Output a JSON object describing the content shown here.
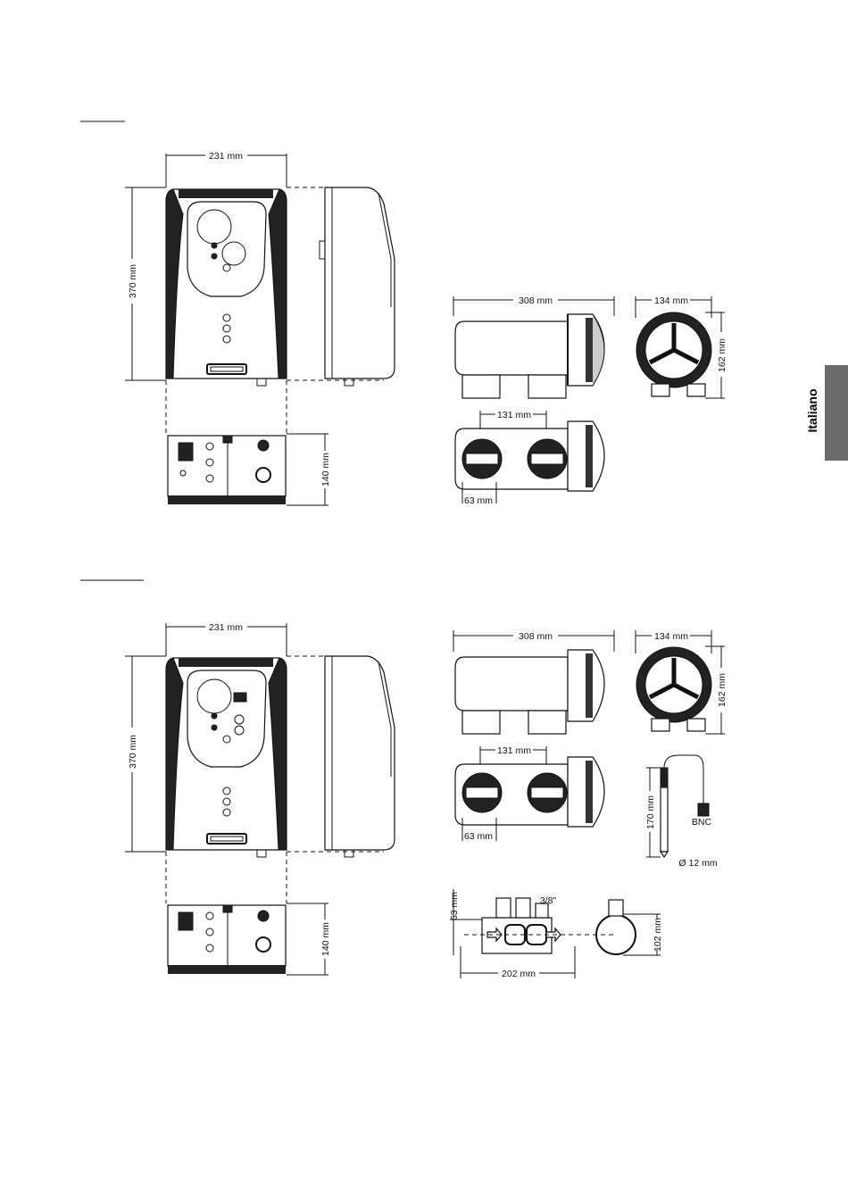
{
  "language_tab": "Italiano",
  "section1": {
    "front_width": "231  mm",
    "front_height": "370  mm",
    "bottom_depth": "140  mm",
    "cell_length": "308 mm",
    "cell_diameter": "134 mm",
    "cell_height": "162 mm",
    "port_spacing": "131 mm",
    "port_diameter": "63 mm"
  },
  "section2": {
    "front_width": "231  mm",
    "front_height": "370  mm",
    "bottom_depth": "140  mm",
    "cell_length": "308 mm",
    "cell_diameter": "134 mm",
    "cell_height": "162 mm",
    "port_spacing": "131 mm",
    "port_diameter": "63 mm",
    "probe_length": "170  mm",
    "probe_connector": "BNC",
    "probe_diameter": "Ø 12  mm",
    "chamber_height": "63  mm",
    "chamber_thread": "3/8\"",
    "chamber_length": "202  mm",
    "chamber_diameter": "102  mm"
  }
}
